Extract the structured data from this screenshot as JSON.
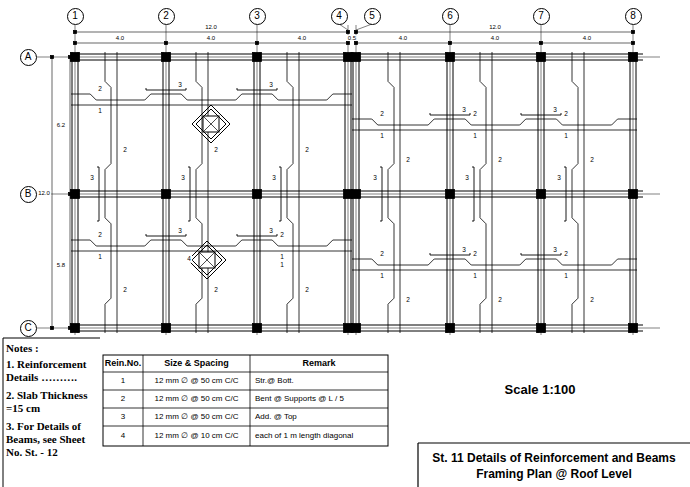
{
  "diagram": {
    "title": "St. 11 Details of Reinforcement and Beams Framing Plan @ Roof Level",
    "nodes": [
      {
        "text": [
          "1"
        ]
      },
      {
        "text": [
          "2"
        ]
      },
      {
        "text": [
          "3"
        ]
      },
      {
        "text": [
          "4"
        ]
      },
      {
        "text": [
          "5"
        ]
      },
      {
        "text": [
          "6"
        ]
      },
      {
        "text": [
          "7"
        ]
      },
      {
        "text": [
          "8"
        ]
      },
      {
        "text": [
          "A"
        ]
      },
      {
        "text": [
          "B"
        ]
      },
      {
        "text": [
          "C"
        ]
      }
    ],
    "labels": [
      "12.0",
      "4.0",
      "4.0",
      "4.0",
      "0.5",
      "12.0",
      "4.0",
      "4.0",
      "4.0",
      "6.2",
      "12.0",
      "5.8",
      "2",
      "1",
      "3",
      "3",
      "2",
      "1",
      "3",
      "3",
      "2",
      "1",
      "1",
      "4",
      "2",
      "2",
      "2",
      "2",
      "2",
      "2",
      "3",
      "3",
      "3",
      "2",
      "1",
      "3",
      "3",
      "2",
      "1",
      "2",
      "1",
      "2",
      "1",
      "3",
      "3",
      "2",
      "1",
      "2",
      "1",
      "2",
      "2",
      "2",
      "2",
      "2",
      "2",
      "3",
      "3",
      "3",
      "Notes :",
      "1. Reinforcement Details ……….",
      "2. Slab Thickness =15 cm",
      "3. For Details of Beams, see Sheet No. St. - 12",
      "Rein.No.",
      "Size & Spacing",
      "Remark",
      "1",
      "12 mm ∅ @ 50 cm C/C",
      "Str.@ Bott.",
      "2",
      "12 mm ∅ @ 50 cm C/C",
      "Bent @ Supports @ L / 5",
      "3",
      "12 mm ∅ @ 50 cm C/C",
      "Add. @ Top",
      "4",
      "12 mm ∅ @ 10 cm C/C",
      "each of 1 m length diagonal",
      "Scale 1:100"
    ]
  }
}
